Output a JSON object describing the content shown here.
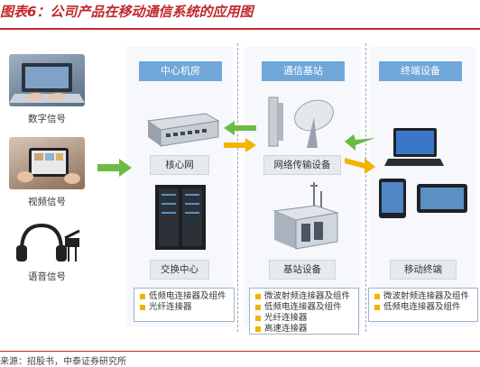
{
  "figure_title": "图表6：公司产品在移动通信系统的应用图",
  "source_note": "来源：招股书，中泰证券研究所",
  "sources": [
    {
      "label": "数字信号",
      "icon": "laptop-typing-icon"
    },
    {
      "label": "视频信号",
      "icon": "tablet-video-icon"
    },
    {
      "label": "语音信号",
      "icon": "headphones-mic-icon"
    }
  ],
  "columns": [
    {
      "heading": "中心机房",
      "upper_node": "核心网",
      "lower_node": "交换中心",
      "components": [
        "低频电连接器及组件",
        "光纤连接器"
      ]
    },
    {
      "heading": "通信基站",
      "upper_node": "网络传输设备",
      "lower_node": "基站设备",
      "components": [
        "微波射频连接器及组件",
        "低频电连接器及组件",
        "光纤连接器",
        "高速连接器"
      ]
    },
    {
      "heading": "终端设备",
      "upper_node": null,
      "lower_node": "移动终端",
      "components": [
        "微波射频连接器及组件",
        "低频电连接器及组件"
      ]
    }
  ],
  "colors": {
    "title": "#c0282d",
    "header_fill": "#6ea7d8",
    "arrow_green": "#6dbb45",
    "arrow_yellow": "#f2b400",
    "bullet": "#f0b400"
  }
}
